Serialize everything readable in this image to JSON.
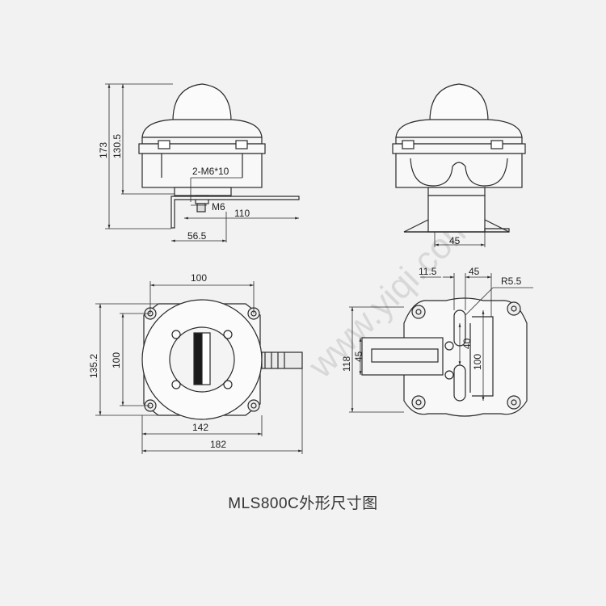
{
  "caption": "MLS800C外形尺寸图",
  "watermark": "www.yiqi.com",
  "colors": {
    "line": "#2a2a2a",
    "fill_dark": "#1a1a1a",
    "background": "#f2f2f2"
  },
  "front_view": {
    "height_total": "173",
    "height_body": "130.5",
    "thread_spec": "2-M6*10",
    "thread_small": "M6",
    "bracket_length": "110",
    "bracket_offset": "56.5"
  },
  "side_view": {
    "bracket_width": "45"
  },
  "top_view": {
    "width_inner": "100",
    "height_inner": "100",
    "height_overall": "135.2",
    "width_body": "142",
    "width_overall": "182"
  },
  "bottom_view": {
    "dim_11_5": "11.5",
    "dim_45_top": "45",
    "radius": "R5.5",
    "dim_40": "40",
    "dim_100": "100",
    "dim_118": "118",
    "dim_45_left": "45"
  }
}
